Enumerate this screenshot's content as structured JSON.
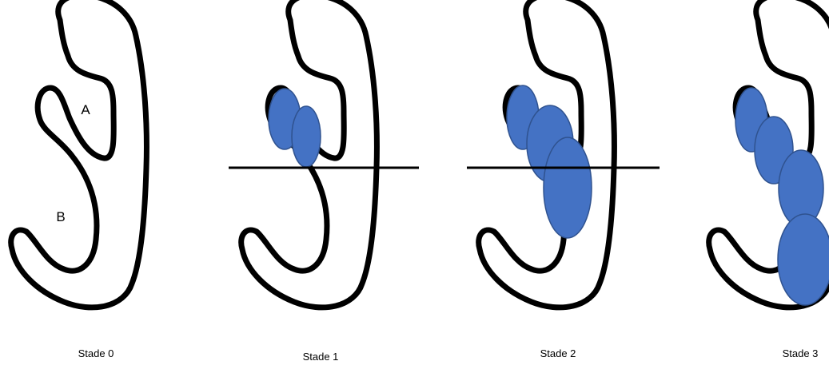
{
  "colors": {
    "outline": "#000000",
    "lesion_fill": "#4472c4",
    "lesion_stroke": "#2f528f",
    "background": "#ffffff"
  },
  "stages": [
    {
      "caption": "Stade 0",
      "point_labels": [
        "A",
        "B"
      ]
    },
    {
      "caption": "Stade 1"
    },
    {
      "caption": "Stade 2"
    },
    {
      "caption": "Stade 3"
    }
  ]
}
